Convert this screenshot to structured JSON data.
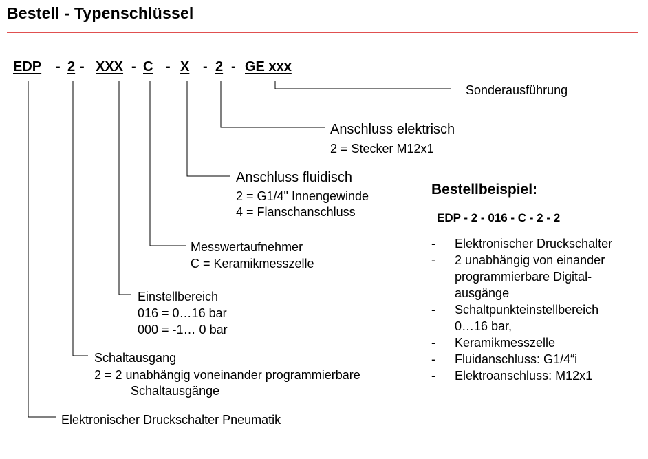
{
  "title": "Bestell - Typenschlüssel",
  "code": {
    "segments": [
      "EDP",
      "2",
      "XXX",
      "C",
      "X",
      "2",
      "GE xxx"
    ],
    "separator": "-"
  },
  "labels": {
    "sonder": "Sonderausführung",
    "elektrisch": {
      "head": "Anschluss elektrisch",
      "lines": [
        "2 = Stecker M12x1"
      ]
    },
    "fluidisch": {
      "head": "Anschluss fluidisch",
      "lines": [
        "2 = G1/4\" Innengewinde",
        "4 = Flanschanschluss"
      ]
    },
    "messwert": {
      "head": "Messwertaufnehmer",
      "lines": [
        "C = Keramikmesszelle"
      ]
    },
    "einstell": {
      "head": "Einstellbereich",
      "lines": [
        "016 =  0…16 bar",
        "000 = -1… 0 bar"
      ]
    },
    "schalt": {
      "head": "Schaltausgang",
      "lines": [
        "2 = 2 unabhängig voneinander programmierbare",
        "Schaltausgänge"
      ]
    },
    "edp": "Elektronischer Druckschalter Pneumatik"
  },
  "example": {
    "title": "Bestellbeispiel:",
    "code": "EDP - 2 - 016 - C - 2 - 2",
    "dash": "-",
    "items": [
      [
        "Elektronischer Druckschalter"
      ],
      [
        "2 unabhängig von einander",
        "programmierbare Digital-",
        "ausgänge"
      ],
      [
        "Schaltpunkteinstellbereich",
        "0…16 bar,"
      ],
      [
        "Keramikmesszelle"
      ],
      [
        "Fluidanschluss: G1/4“i"
      ],
      [
        "Elektroanschluss:  M12x1"
      ]
    ]
  }
}
